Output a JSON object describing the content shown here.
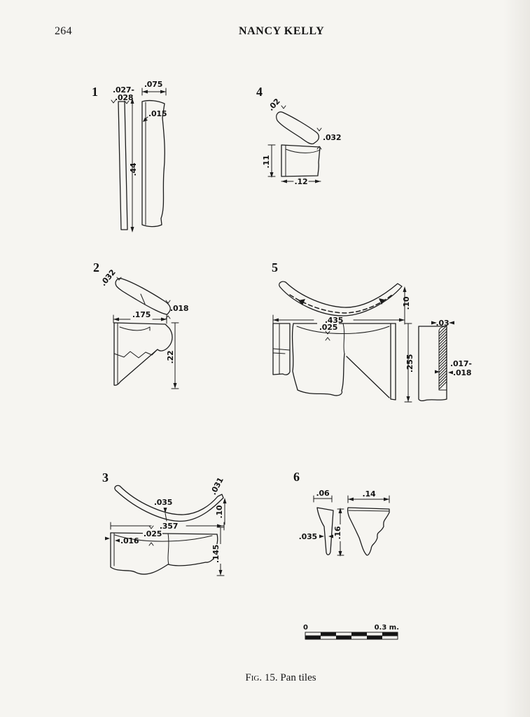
{
  "page": {
    "number": "264",
    "running_head": "NANCY KELLY",
    "caption": {
      "fig_label": "Fig. 15.",
      "title": " Pan tiles"
    }
  },
  "scale_bar": {
    "start_label": "0",
    "end_label": "0.3 m."
  },
  "fig1": {
    "num": "1",
    "thickness_range_a": ".027-",
    "thickness_range_b": ".028",
    "width_top": ".075",
    "edge_thickness": ".015",
    "length": ".44"
  },
  "fig2": {
    "num": "2",
    "thickness_left": ".032",
    "thickness_right": ".018",
    "width": ".175",
    "height": ".22"
  },
  "fig3": {
    "num": "3",
    "thickness_mid": ".035",
    "thickness_right": ".031",
    "curve_depth": ".10",
    "width": ".357",
    "edge_thickness": ".016",
    "center_thickness": ".025",
    "height": ".145"
  },
  "fig4": {
    "num": "4",
    "thickness_left": ".02",
    "thickness_right": ".032",
    "height": ".11",
    "width": ".12"
  },
  "fig5": {
    "num": "5",
    "curve_depth": ".10",
    "width": ".435",
    "center_thickness": ".025",
    "height": ".255",
    "flange_width": ".03",
    "flange_thickness_a": ".017-",
    "flange_thickness_b": ".018"
  },
  "fig6": {
    "num": "6",
    "width_left": ".06",
    "thickness": ".035",
    "height": ".16",
    "width_right": ".14"
  }
}
